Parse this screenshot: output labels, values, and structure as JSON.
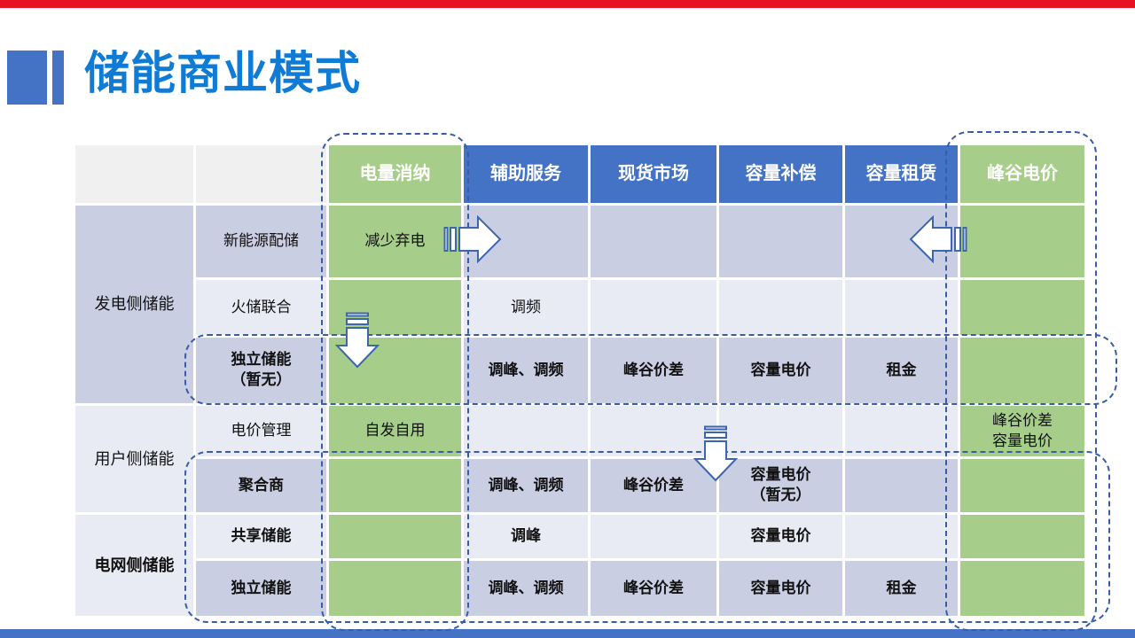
{
  "title": "储能商业模式",
  "columns": [
    "电量消纳",
    "辅助服务",
    "现货市场",
    "容量补偿",
    "容量租赁",
    "峰谷电价"
  ],
  "groups": [
    {
      "label": "发电侧储能",
      "rows": [
        {
          "label": "新能源配储",
          "cells": {
            "c2": "减少弃电"
          }
        },
        {
          "label": "火储联合",
          "cells": {
            "c3": "调频"
          }
        },
        {
          "label": "独立储能\n（暂无）",
          "cells": {
            "c3": "调峰、调频",
            "c4": "峰谷价差",
            "c5": "容量电价",
            "c6": "租金"
          }
        }
      ]
    },
    {
      "label": "用户侧储能",
      "rows": [
        {
          "label": "电价管理",
          "cells": {
            "c2": "自发自用",
            "c7": "峰谷价差\n容量电价"
          }
        },
        {
          "label": "聚合商",
          "cells": {
            "c3": "调峰、调频",
            "c4": "峰谷价差",
            "c5": "容量电价\n（暂无）"
          }
        }
      ]
    },
    {
      "label": "电网侧储能",
      "rows": [
        {
          "label": "共享储能",
          "cells": {
            "c3": "调峰",
            "c5": "容量电价"
          }
        },
        {
          "label": "独立储能",
          "cells": {
            "c3": "调峰、调频",
            "c4": "峰谷价差",
            "c5": "容量电价",
            "c6": "租金"
          }
        }
      ]
    }
  ],
  "colors": {
    "accent_blue": "#4472C4",
    "accent_green": "#A6CE8A",
    "row_medium": "#C9CEE3",
    "row_light": "#E8EAF4",
    "header_gray": "#F0F0F0",
    "dashed_outline": "#3A5CA8",
    "title_blue": "#0F7BD4",
    "top_bar_red": "#E81123",
    "bottom_bar_blue": "#4472C4",
    "arrow_outline": "#3E66AE"
  }
}
